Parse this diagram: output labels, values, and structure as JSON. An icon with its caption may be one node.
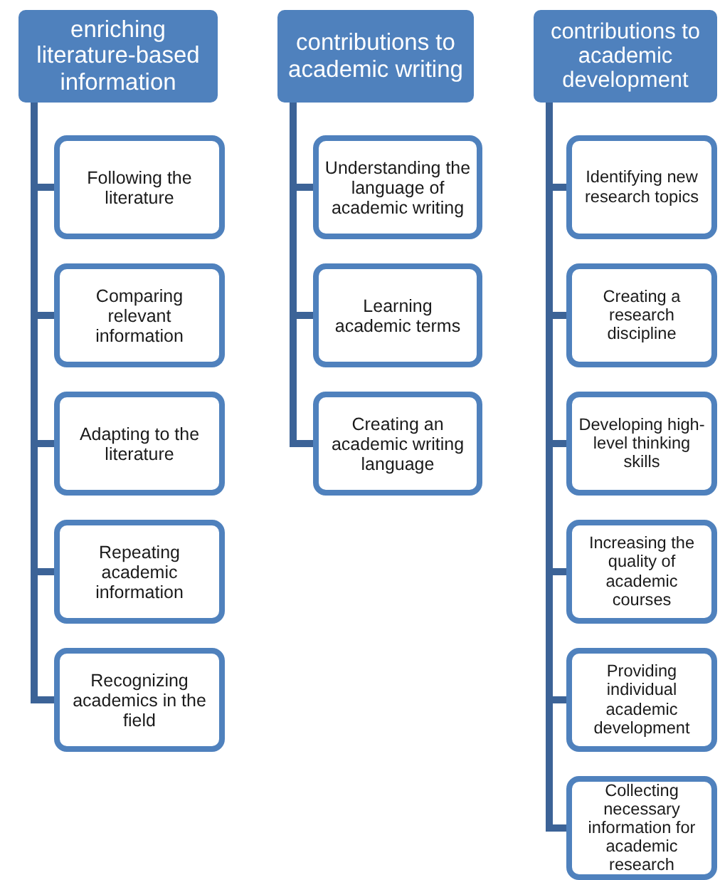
{
  "diagram": {
    "nodes": [
      {
        "text": [
          "enriching literature-based information"
        ]
      },
      {
        "text": [
          "Following the literature"
        ]
      },
      {
        "text": [
          "Comparing relevant information"
        ]
      },
      {
        "text": [
          "Adapting to the literature"
        ]
      },
      {
        "text": [
          "Repeating academic information"
        ]
      },
      {
        "text": [
          "Recognizing academics in the field"
        ]
      },
      {
        "text": [
          "contributions to academic writing"
        ]
      },
      {
        "text": [
          "Understanding the language of academic writing"
        ]
      },
      {
        "text": [
          "Learning academic terms"
        ]
      },
      {
        "text": [
          "Creating an academic writing language"
        ]
      },
      {
        "text": [
          "contributions to academic development"
        ]
      },
      {
        "text": [
          "Identifying new research topics"
        ]
      },
      {
        "text": [
          "Creating a research discipline"
        ]
      },
      {
        "text": [
          "Developing high-level thinking skills"
        ]
      },
      {
        "text": [
          "Increasing the quality of academic courses"
        ]
      },
      {
        "text": [
          "Providing individual academic development"
        ]
      },
      {
        "text": [
          "Collecting necessary information for academic research"
        ]
      }
    ],
    "edges": [
      {
        "from": 0,
        "to": 1,
        "arrow": "none"
      },
      {
        "from": 0,
        "to": 2,
        "arrow": "none"
      },
      {
        "from": 0,
        "to": 3,
        "arrow": "none"
      },
      {
        "from": 0,
        "to": 4,
        "arrow": "none"
      },
      {
        "from": 0,
        "to": 5,
        "arrow": "none"
      },
      {
        "from": 6,
        "to": 7,
        "arrow": "none"
      },
      {
        "from": 6,
        "to": 8,
        "arrow": "none"
      },
      {
        "from": 6,
        "to": 9,
        "arrow": "none"
      },
      {
        "from": 10,
        "to": 11,
        "arrow": "none"
      },
      {
        "from": 10,
        "to": 12,
        "arrow": "none"
      },
      {
        "from": 10,
        "to": 13,
        "arrow": "none"
      },
      {
        "from": 10,
        "to": 14,
        "arrow": "none"
      },
      {
        "from": 10,
        "to": 15,
        "arrow": "none"
      },
      {
        "from": 10,
        "to": 16,
        "arrow": "none"
      }
    ]
  }
}
